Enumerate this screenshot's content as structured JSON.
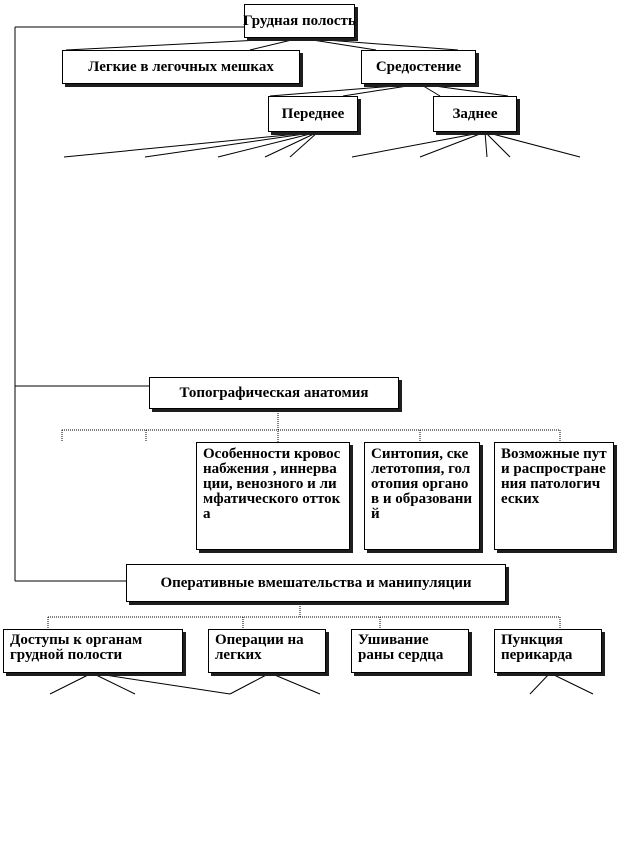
{
  "nodes": {
    "root": "Грудная полость",
    "lungs": "Легкие в легочных мешках",
    "mediastinum": "Средостение",
    "anterior": "Переднее",
    "posterior": "Заднее",
    "topo": "Топографическая анатомия",
    "blood": "Особенности кровоснабжения , иннервации, венозного и лимфатического оттока",
    "syntopy": "Синтопия, скелетотопия, голотопия органов и образований",
    "paths": "Возможные пути распространения патологических",
    "operations": "Оперативные вмешательства и манипуляции",
    "access": "Доступы к органам грудной полости",
    "lungops": "Операции на легких",
    "heart": "Ушивание раны сердца",
    "puncture": "Пункция перикарда"
  }
}
